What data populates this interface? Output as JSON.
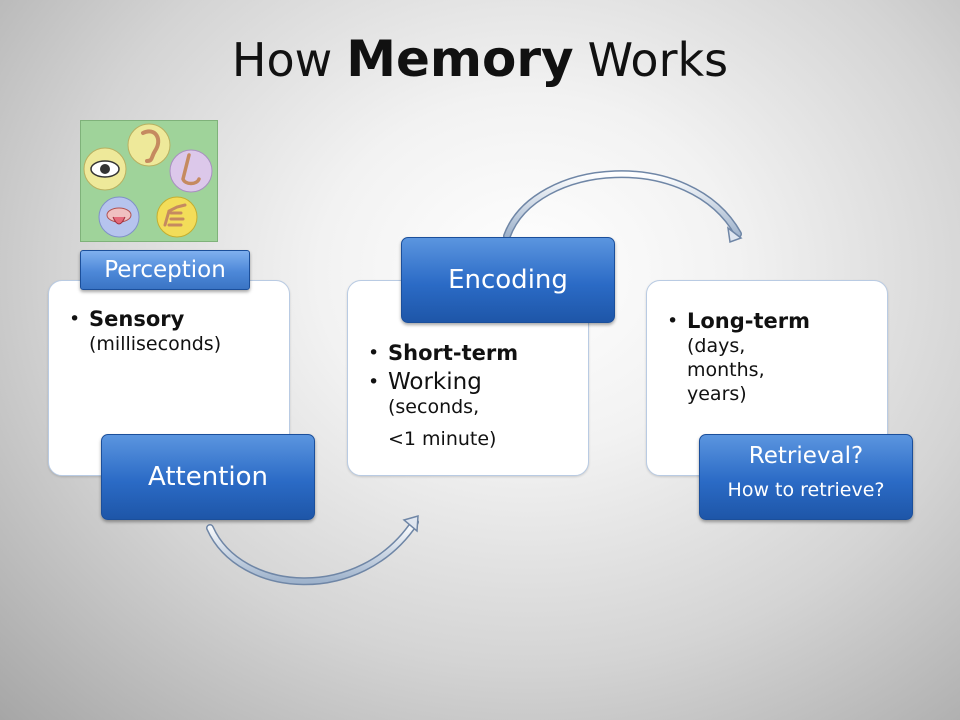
{
  "title": {
    "part1": "How",
    "bold": "Memory",
    "part2": "Works"
  },
  "stages": {
    "sensory": {
      "term": "Sensory",
      "duration": "(milliseconds)"
    },
    "short_term": {
      "term": "Short-term",
      "working": "Working",
      "duration_line1": "(seconds,",
      "duration_line2": "<1 minute)"
    },
    "long_term": {
      "term": "Long-term",
      "duration_line1": "(days,",
      "duration_line2": "months,",
      "duration_line3": "years)"
    }
  },
  "processes": {
    "perception": "Perception",
    "attention": "Attention",
    "encoding": "Encoding",
    "retrieval": "Retrieval?",
    "retrieval_question": "How to retrieve?"
  },
  "icons": [
    "eye-icon",
    "ear-icon",
    "nose-icon",
    "tongue-icon",
    "hand-icon"
  ]
}
